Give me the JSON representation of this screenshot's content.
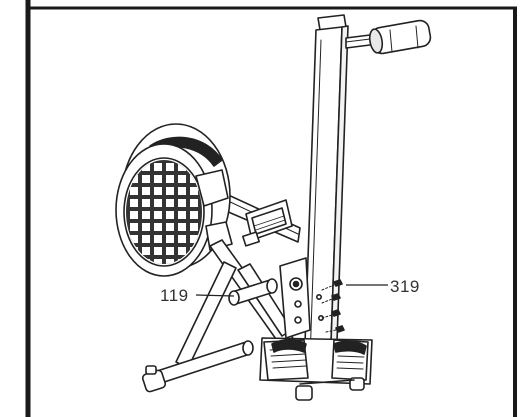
{
  "diagram": {
    "callouts": [
      {
        "id": "left",
        "label": "119"
      },
      {
        "id": "right",
        "label": "319"
      }
    ],
    "colors": {
      "line": "#222222",
      "border": "#1a1a1a",
      "background": "#ffffff",
      "label": "#333333"
    }
  }
}
